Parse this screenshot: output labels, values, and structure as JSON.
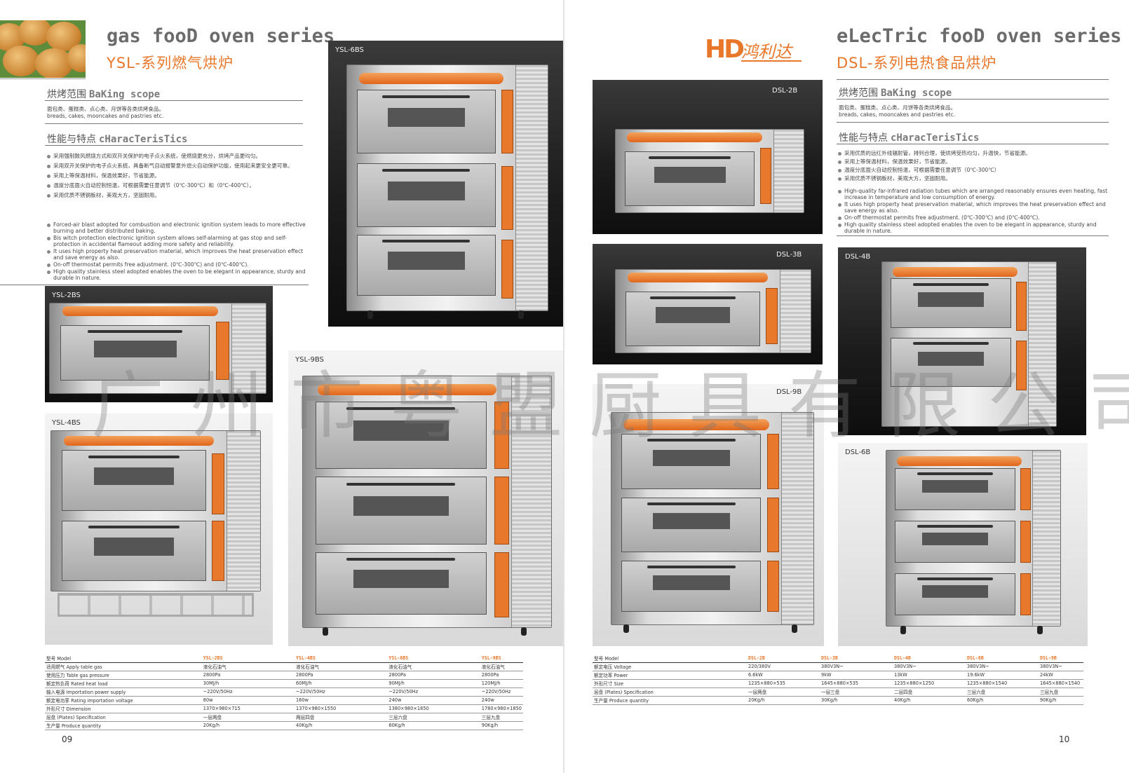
{
  "left": {
    "title_en": "gas fooD oven series",
    "title_cn": "YSL-系列燃气烘炉",
    "baking_scope": {
      "head_cn": "烘烤范围",
      "head_en": "BaKing scope",
      "text_cn": "面包类、蛋糕类、点心类、月饼等各类烘烤食品。",
      "text_en": "breads, cakes, mooncakes and pastries etc."
    },
    "characteristics": {
      "head_cn": "性能与特点",
      "head_en": "cHaracTerisTics",
      "cn": [
        "采用强制鼓风燃烧方式和双开关保护的电子点火系统，使燃烧更充分，烘烤产品更均匀。",
        "采用双开关保护的电子点火系统，具备断气自动报警意外熄火自动保护功能，使用起来更安全更可靠。",
        "采用上等保温材料，保温效果好，节省能源。",
        "温度分底面火自动控制恒温，可根据需要任意调节（0℃-300℃）和（0℃-400℃）。",
        "采用优质不锈钢板材，美观大方，坚固耐用。"
      ],
      "en": [
        "Forced-air blast adopted for combustion and electronic ignition system leads to more effective burning and better distributed baking.",
        "Bis witch protection electronic ignition system allows self-alarming at gas stop and self-protection in accidental flameout adding more safety and reliability.",
        "It uses high property heat preservation material, which improves the heat preservation effect and save energy as also.",
        "On-off thermostat permits free adjustment. (0℃-300℃) and (0℃-400℃).",
        "High quality stainless steel adopted enables the oven to be elegant in appearance, sturdy and durable in nature."
      ]
    },
    "photos": {
      "ysl6bs": "YSL-6BS",
      "ysl2bs": "YSL-2BS",
      "ysl9bs": "YSL-9BS",
      "ysl4bs": "YSL-4BS"
    },
    "spec": {
      "header": [
        "型号 Model",
        "YSL-2BS",
        "YSL-4BS",
        "YSL-6BS",
        "YSL-9BS"
      ],
      "rows": [
        [
          "适用燃气 Apply table gas",
          "液化石油气",
          "液化石油气",
          "液化石油气",
          "液化石油气"
        ],
        [
          "使用压力 Table gas pressure",
          "2800Pa",
          "2800Pa",
          "2800Pa",
          "2800Pa"
        ],
        [
          "额定热负荷 Rated heat load",
          "30MJ/h",
          "60MJ/h",
          "90MJ/h",
          "120MJ/h"
        ],
        [
          "输入电源 Importation power supply",
          "~220V/50Hz",
          "~220V/50Hz",
          "~220V/50Hz",
          "~220V/50Hz"
        ],
        [
          "额定电功率 Rating importation voltage",
          "80w",
          "160w",
          "240w",
          "240w"
        ],
        [
          "外形尺寸 Dimension",
          "1370×980×715",
          "1370×980×1550",
          "1380×980×1850",
          "1780×980×1850"
        ],
        [
          "层盘 (Plates) Specification",
          "一层两盘",
          "两层四盘",
          "三层六盘",
          "三层九盘"
        ],
        [
          "生产量 Produce quantity",
          "20Kg/h",
          "40Kg/h",
          "60Kg/h",
          "90Kg/h"
        ]
      ]
    },
    "page_number": "09"
  },
  "right": {
    "logo_hd": "HD",
    "logo_cn": "鸿利达",
    "title_en": "eLecTric fooD oven series",
    "title_cn": "DSL-系列电热食品烘炉",
    "baking_scope": {
      "head_cn": "烘烤范围",
      "head_en": "BaKing scope",
      "text_cn": "面包类、蛋糕类、点心类、月饼等各类烘烤食品。",
      "text_en": "breads, cakes, mooncakes and pastries etc."
    },
    "characteristics": {
      "head_cn": "性能与特点",
      "head_en": "cHaracTerisTics",
      "cn": [
        "采用优质的远红外线辐射管，排列合理，使烘烤受热均匀，升温快，节省能源。",
        "采用上等保温材料，保温效果好，节省能源。",
        "温度分底面火自动控制恒温，可根据需要任意调节（0℃-300℃）",
        "采用优质不锈钢板材，美观大方，坚固耐用。"
      ],
      "en": [
        "High-quality far-infrared radiation tubes which are arranged reasonably ensures even heating, fast increase in temperature and low consumption of energy.",
        "It uses high property heat preservation material, which improves the heat preservation effect and save energy as also.",
        "On-off thermostat permits free adjustment. (0℃-300℃) and (0℃-400℃).",
        "High quality stainless steel adopted enables the oven to be elegant in appearance, sturdy and durable in nature."
      ]
    },
    "photos": {
      "dsl2b": "DSL-2B",
      "dsl3b": "DSL-3B",
      "dsl4b": "DSL-4B",
      "dsl9b": "DSL-9B",
      "dsl6b": "DSL-6B"
    },
    "spec": {
      "header": [
        "型号 Model",
        "DSL-2B",
        "DSL-3B",
        "DSL-4B",
        "DSL-6B",
        "DSL-9B"
      ],
      "rows": [
        [
          "额定电压 Voltage",
          "220/380V",
          "380V3N~",
          "380V3N~",
          "380V3N~",
          "380V3N~"
        ],
        [
          "额定功率 Power",
          "6.6kW",
          "9kW",
          "13kW",
          "19.6kW",
          "24kW"
        ],
        [
          "外形尺寸 Size",
          "1235×880×535",
          "1645×880×535",
          "1235×880×1250",
          "1235×880×1540",
          "1645×880×1540"
        ],
        [
          "层盘 (Plates) Specification",
          "一层两盘",
          "一层三盘",
          "二层四盘",
          "三层六盘",
          "三层九盘"
        ],
        [
          "生产量 Produce quantity",
          "20Kg/h",
          "30Kg/h",
          "40Kg/h",
          "60Kg/h",
          "90Kg/h"
        ]
      ]
    },
    "page_number": "10"
  },
  "watermark": "广州市粤盟厨具有限公司",
  "colors": {
    "accent": "#e8772a",
    "title_grey": "#6b6b6b"
  }
}
